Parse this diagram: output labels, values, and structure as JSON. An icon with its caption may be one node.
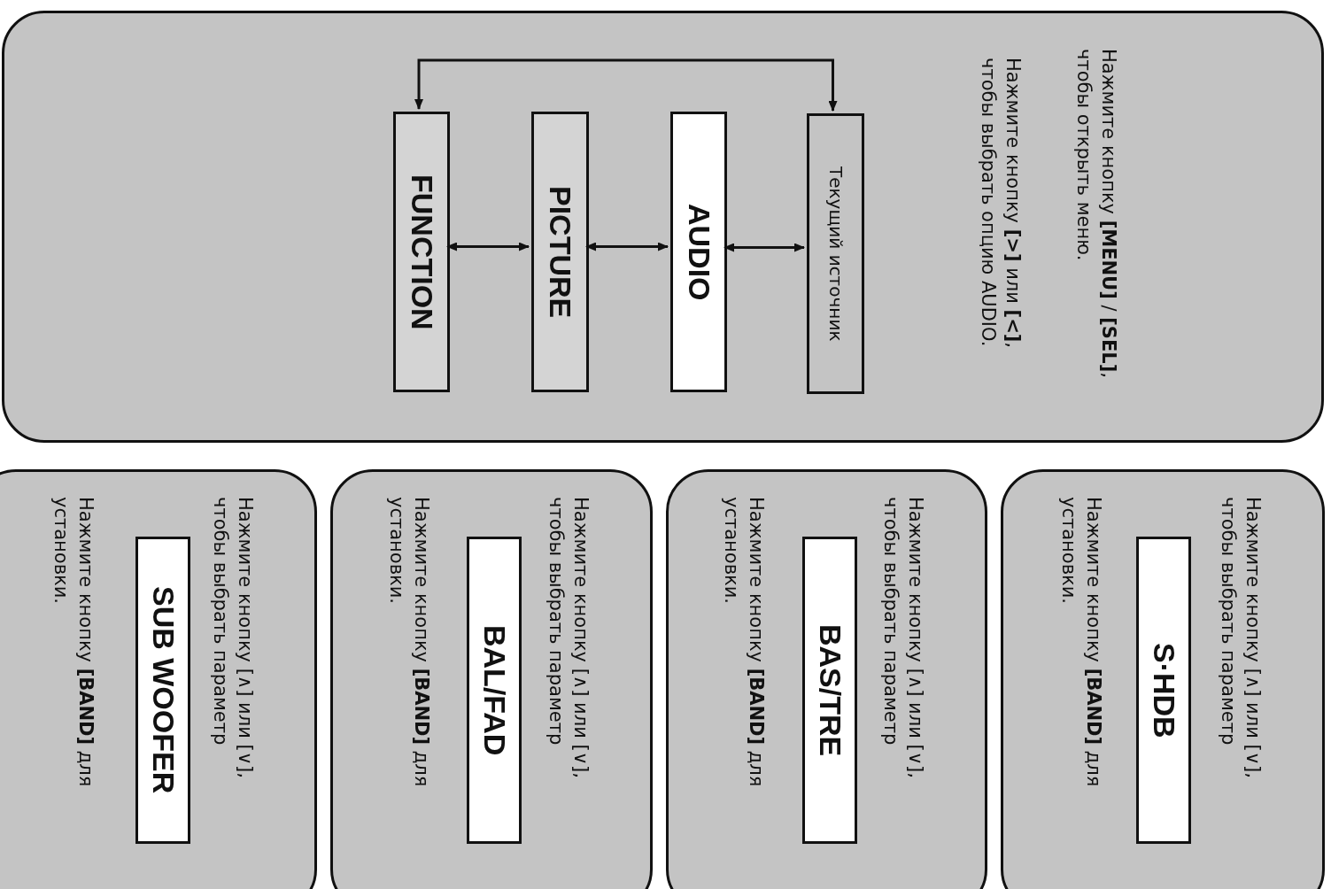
{
  "diagram": {
    "nodes": [
      {
        "text": [
          "Нажмите кнопку **[MENU]** / **[SEL]**, чтобы открыть меню.",
          "Нажмите кнопку **[>]** или **[<]**, чтобы выбрать опцию AUDIO."
        ]
      },
      {
        "text": [
          "Текущий источник"
        ],
        "in": 0
      },
      {
        "text": [
          "AUDIO"
        ],
        "in": 0
      },
      {
        "text": [
          "PICTURE"
        ],
        "in": 0
      },
      {
        "text": [
          "FUNCTION"
        ],
        "in": 0
      },
      {
        "text": [
          "Нажмите кнопку [∧] или [∨], чтобы выбрать параметр",
          "Нажмите кнопку **[BAND]** для установки."
        ]
      },
      {
        "text": [
          "S·HDB"
        ],
        "in": 5
      },
      {
        "text": [
          "Нажмите кнопку [∧] или [∨], чтобы выбрать параметр",
          "Нажмите кнопку **[BAND]** для установки."
        ]
      },
      {
        "text": [
          "BAS/TRE"
        ],
        "in": 7
      },
      {
        "text": [
          "Нажмите кнопку [∧] или [∨], чтобы выбрать параметр",
          "Нажмите кнопку **[BAND]** для установки."
        ]
      },
      {
        "text": [
          "BAL/FAD"
        ],
        "in": 9
      },
      {
        "text": [
          "Нажмите кнопку [∧] или [∨], чтобы выбрать параметр",
          "Нажмите кнопку **[BAND]** для установки."
        ]
      },
      {
        "text": [
          "SUB WOOFER"
        ],
        "in": 11
      }
    ],
    "edges": [
      {
        "from": 1,
        "to": 2,
        "arrow": "both"
      },
      {
        "from": 2,
        "to": 3,
        "arrow": "both"
      },
      {
        "from": 3,
        "to": 4,
        "arrow": "both"
      },
      {
        "from": 4,
        "to": 1,
        "arrow": "both"
      }
    ]
  }
}
